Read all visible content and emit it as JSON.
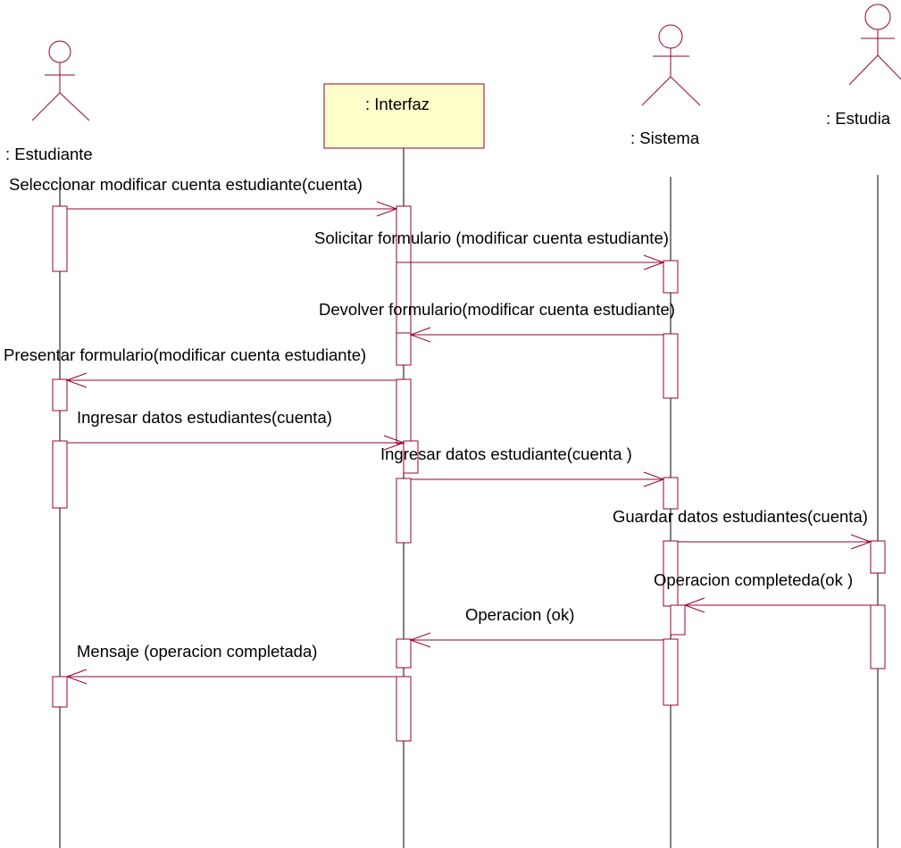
{
  "colors": {
    "line": "#990033",
    "object_fill": "#ffffcc",
    "lifeline": "#000000",
    "text": "#000000"
  },
  "participants": {
    "student": ": Estudiante",
    "interface": ": Interfaz",
    "system": ": Sistema",
    "student_db": ": Estudia"
  },
  "messages": [
    "Seleccionar modificar cuenta estudiante(cuenta)",
    "Solicitar formulario (modificar cuenta estudiante)",
    "Devolver formulario(modificar cuenta estudiante)",
    "Presentar formulario(modificar cuenta estudiante)",
    "Ingresar datos estudiantes(cuenta)",
    "Ingresar datos estudiante(cuenta )",
    "Guardar datos estudiantes(cuenta)",
    "Operacion completeda(ok )",
    "Operacion (ok)",
    "Mensaje (operacion completada)"
  ]
}
